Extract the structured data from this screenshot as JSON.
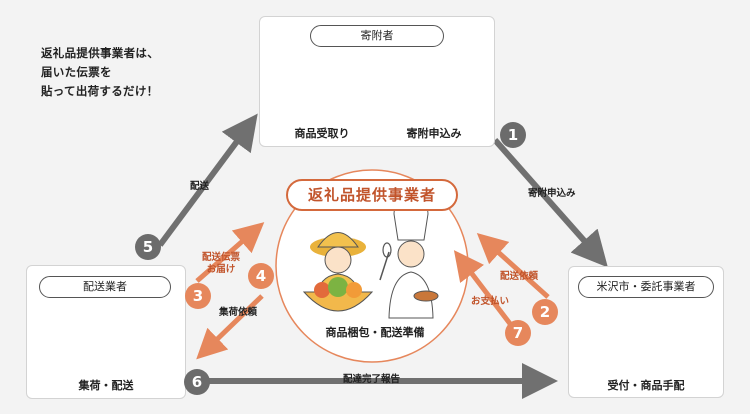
{
  "note": {
    "lines": [
      "返礼品提供事業者は、",
      "届いた伝票を",
      "貼って出荷するだけ！"
    ]
  },
  "donor": {
    "label": "寄附者",
    "caption_left": "商品受取り",
    "caption_right": "寄附申込み"
  },
  "delivery": {
    "label": "配送業者",
    "caption": "集荷・配送"
  },
  "city": {
    "label": "米沢市・委託事業者",
    "caption": "受付・商品手配"
  },
  "provider": {
    "title": "返礼品提供事業者",
    "caption": "商品梱包・配送準備"
  },
  "steps": [
    {
      "number": "1",
      "label": "寄附申込み"
    },
    {
      "number": "2",
      "label": "配送依頼"
    },
    {
      "number": "3",
      "label_line1": "配送伝票",
      "label_line2": "お届け"
    },
    {
      "number": "4",
      "label": "集荷依頼"
    },
    {
      "number": "5",
      "label": "配送"
    },
    {
      "number": "6",
      "label": "配達完了報告"
    },
    {
      "number": "7",
      "label": "お支払い"
    }
  ],
  "colors": {
    "accent_orange": "#e6875c",
    "title_orange": "#c1542b",
    "gray_arrow": "#707070",
    "background": "#f3f3f3"
  }
}
